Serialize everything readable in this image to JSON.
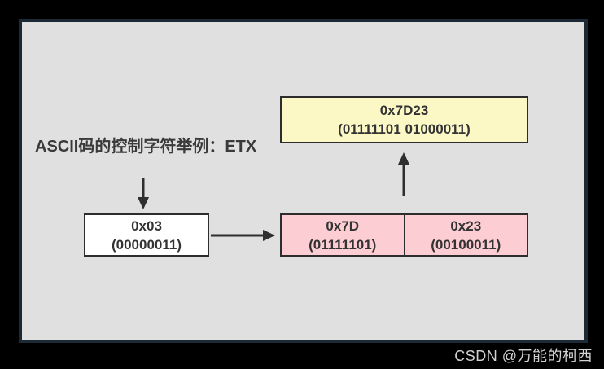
{
  "diagram": {
    "label": "ASCII码的控制字符举例：ETX",
    "boxes": {
      "source": {
        "hex": "0x03",
        "binary": "(00000011)"
      },
      "escaped": [
        {
          "hex": "0x7D",
          "binary": "(01111101)"
        },
        {
          "hex": "0x23",
          "binary": "(00100011)"
        }
      ],
      "result": {
        "hex": "0x7D23",
        "binary": "(01111101 01000011)"
      }
    },
    "icons": [
      "arrow-down-icon",
      "arrow-right-icon",
      "arrow-up-icon"
    ],
    "colors": {
      "canvas_bg": "#000000",
      "panel_bg": "#e0e0e0",
      "panel_border": "#1e2936",
      "source_bg": "#ffffff",
      "escaped_bg": "#fccdd3",
      "result_bg": "#fbf8c6",
      "box_border": "#2d2d2d",
      "arrow": "#2f2f2f",
      "text": "#333333",
      "watermark_text": "#d2d2d2"
    }
  },
  "watermark": "CSDN @万能的柯西"
}
